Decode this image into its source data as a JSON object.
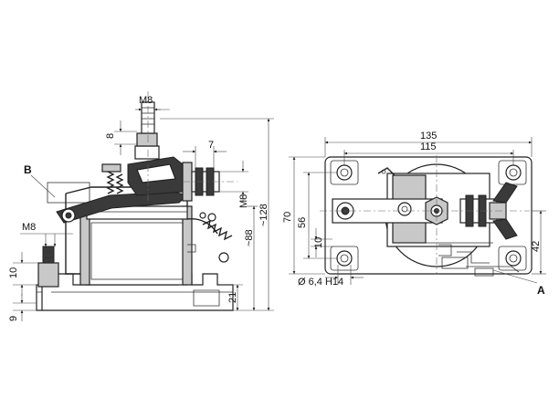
{
  "labels": {
    "b": "B",
    "a": "A",
    "m8_top": "M8",
    "d8_left": "8",
    "d7": "7",
    "m8_right": "M8",
    "m8_left": "M8",
    "d128": "~128",
    "d88": "~88",
    "d10_left": "10",
    "d21": "21",
    "d9": "9",
    "d135": "135",
    "d115": "115",
    "d70": "70",
    "d56": "56",
    "d10_right": "10",
    "d42": "42",
    "hole": "Ø 6,4 H14"
  }
}
